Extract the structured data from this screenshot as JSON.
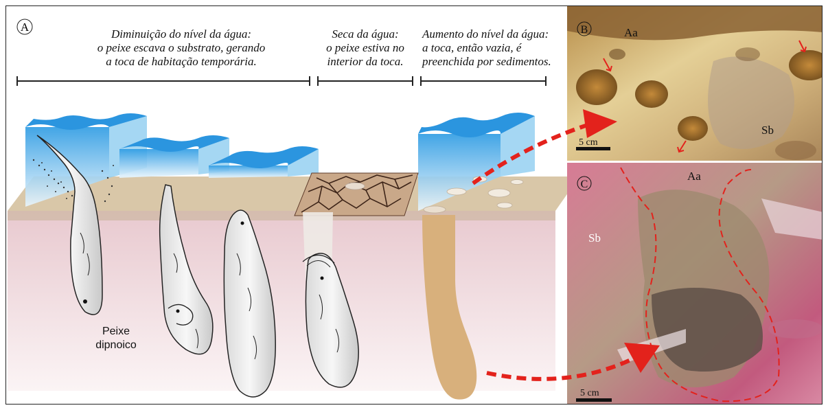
{
  "panel_a": {
    "letter": "A",
    "phase1": {
      "line1": "Diminuição do nível da água:",
      "line2": "o peixe escava o substrato, gerando",
      "line3": "a toca de habitação temporária."
    },
    "phase2": {
      "line1": "Seca da água:",
      "line2": "o peixe estiva no",
      "line3": "interior da toca."
    },
    "phase3": {
      "line1": "Aumento do nível da água:",
      "line2": "a toca, então vazia,  é",
      "line3": "preenchida por sedimentos."
    },
    "fish_label": {
      "line1": "Peixe",
      "line2": "dipnoico"
    }
  },
  "panel_b": {
    "letter": "B",
    "label_top": "Aa",
    "label_bottom": "Sb",
    "scale": "5 cm"
  },
  "panel_c": {
    "letter": "C",
    "label_top": "Aa",
    "label_left": "Sb",
    "scale": "5 cm"
  },
  "colors": {
    "water": "#3fa6e6",
    "sediment": "#d7c2a0",
    "burrow_fill": "#d8b07c",
    "arrow": "#e3221c",
    "photo_b": "#c9a35a",
    "photo_c": "#c2577c"
  }
}
